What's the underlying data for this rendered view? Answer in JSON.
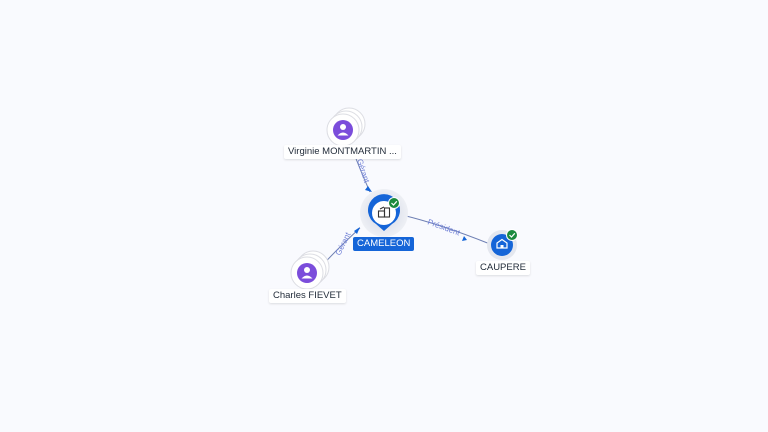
{
  "nodes": {
    "center": {
      "label": "CAMELEON",
      "icon": "building-icon",
      "status": "verified",
      "color": "#1565d8"
    },
    "top": {
      "label": "Virginie MONTMARTIN ...",
      "icon": "person-icon",
      "color": "#7b4ddb"
    },
    "left": {
      "label": "Charles FIEVET",
      "icon": "person-icon",
      "color": "#7b4ddb"
    },
    "right": {
      "label": "CAUPERE",
      "icon": "building-icon",
      "status": "verified",
      "color": "#1565d8"
    }
  },
  "edges": {
    "top_center": "Gérant",
    "left_center": "Gérant",
    "center_right": "Président"
  },
  "colors": {
    "verified_badge": "#1b8a3e",
    "edge": "#6e7fb3"
  }
}
